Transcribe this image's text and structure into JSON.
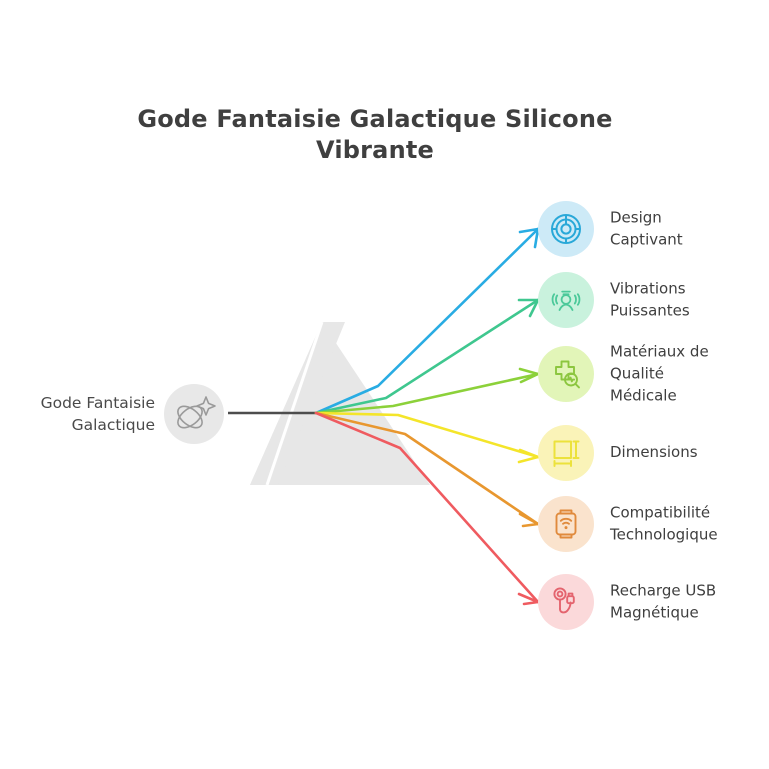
{
  "title": "Gode Fantaisie Galactique Silicone Vibrante",
  "root": {
    "label": "Gode Fantaisie\nGalactique",
    "icon": "atom-sparkle-icon",
    "circle_color": "#e8e8e8",
    "icon_color": "#9a9a9a",
    "stem_color": "#4d4d4d"
  },
  "prism": {
    "name": "prism-shape",
    "fill": "#e7e7e7",
    "split_line": "#ffffff"
  },
  "branches": [
    {
      "label": "Design\nCaptivant",
      "icon": "wheel-target-icon",
      "circle_color": "#cdeaf7",
      "icon_color": "#29a8d8",
      "line_color": "#29ace3"
    },
    {
      "label": "Vibrations\nPuissantes",
      "icon": "vibration-person-icon",
      "circle_color": "#c9f2dd",
      "icon_color": "#4cc99a",
      "line_color": "#3fc78f"
    },
    {
      "label": "Matériaux de\nQualité\nMédicale",
      "icon": "medical-cross-search-icon",
      "circle_color": "#e2f5b8",
      "icon_color": "#8cc63f",
      "line_color": "#8cd13a"
    },
    {
      "label": "Dimensions",
      "icon": "measure-dimensions-icon",
      "circle_color": "#faf3b8",
      "icon_color": "#ece23c",
      "line_color": "#f4e52a"
    },
    {
      "label": "Compatibilité\nTechnologique",
      "icon": "wireless-device-icon",
      "circle_color": "#fae3cd",
      "icon_color": "#e08a3c",
      "line_color": "#e8972f"
    },
    {
      "label": "Recharge USB\nMagnétique",
      "icon": "magnetic-usb-cable-icon",
      "circle_color": "#fbd9da",
      "icon_color": "#e4646e",
      "line_color": "#ef5b60"
    }
  ]
}
